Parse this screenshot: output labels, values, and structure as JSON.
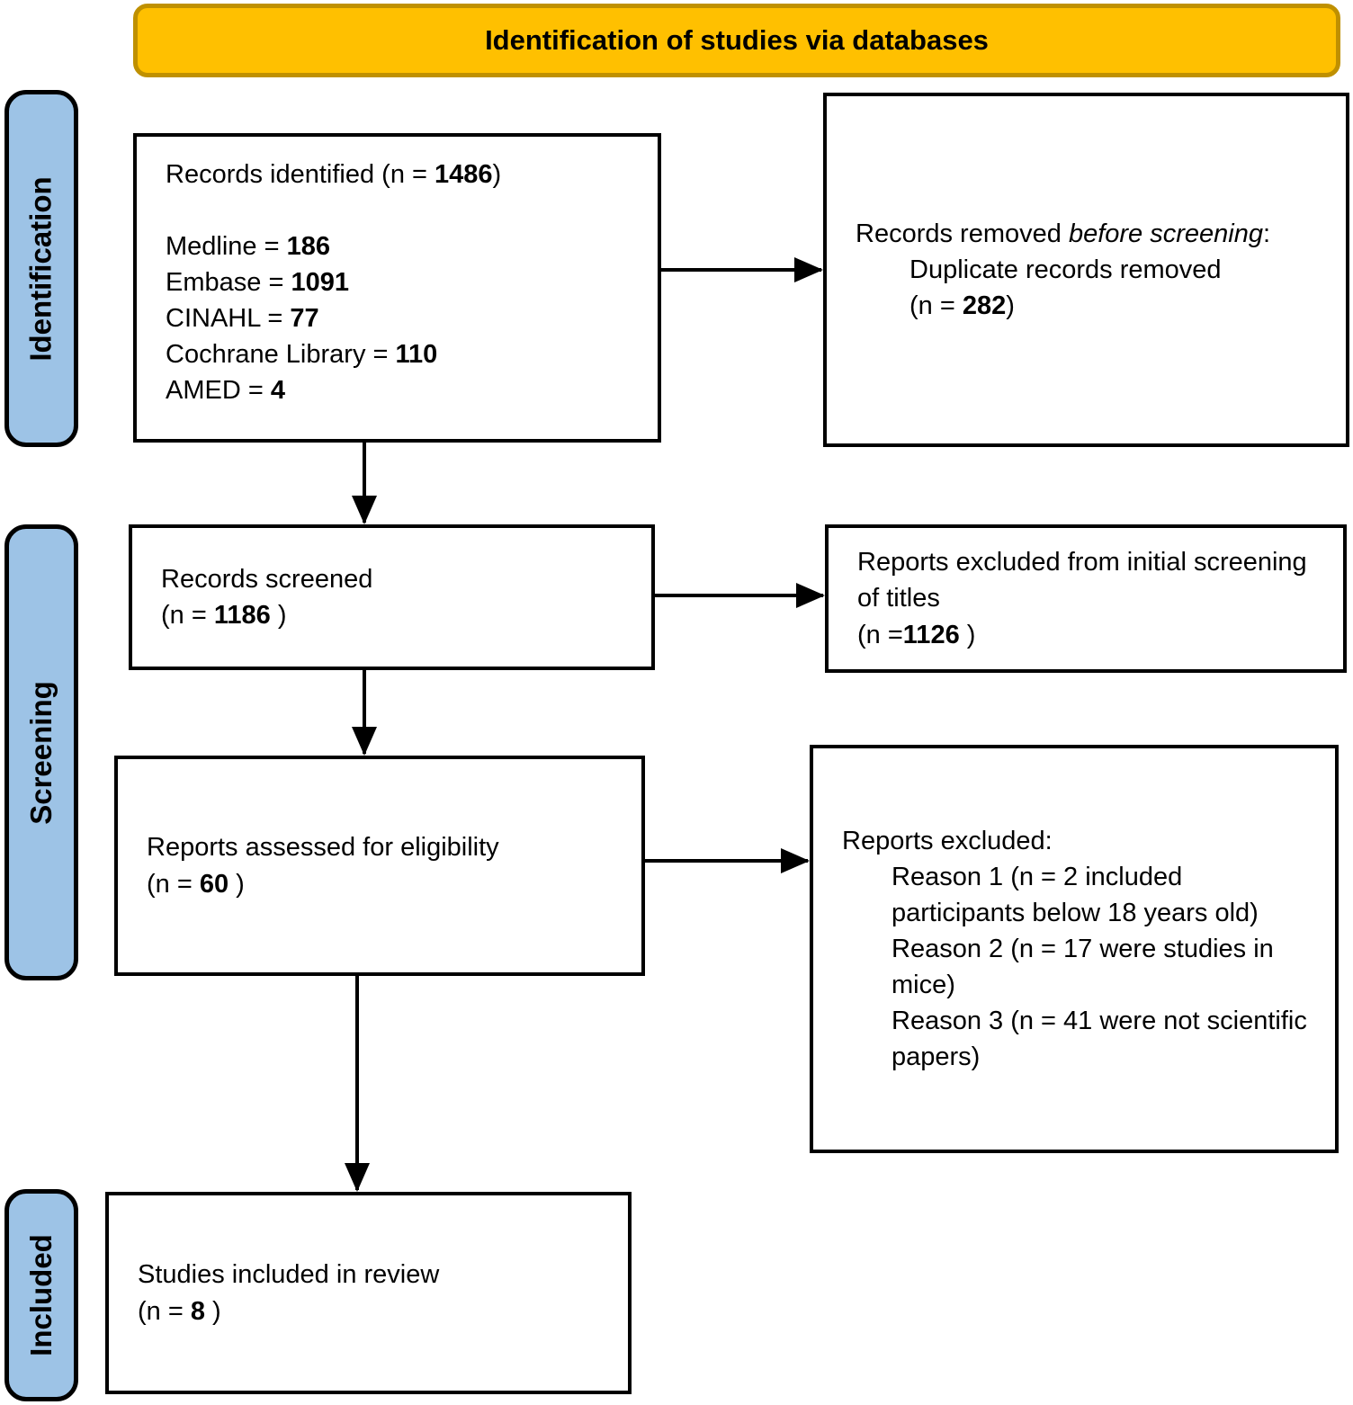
{
  "banner": {
    "title": "Identification of studies via databases"
  },
  "colors": {
    "banner_fill": "#FFC000",
    "banner_border": "#BF9000",
    "stage_fill": "#9DC3E6",
    "box_border": "#000000",
    "arrow": "#000000"
  },
  "stages": {
    "identification": "Identification",
    "screening": "Screening",
    "included": "Included"
  },
  "boxes": {
    "records_identified": {
      "line_pre": "Records identified (n = ",
      "line_num": "1486",
      "line_post": ")",
      "sources": [
        {
          "label": "Medline = ",
          "value": "186"
        },
        {
          "label": "Embase = ",
          "value": "1091"
        },
        {
          "label": "CINAHL = ",
          "value": "77"
        },
        {
          "label": "Cochrane Library = ",
          "value": "110"
        },
        {
          "label": "AMED = ",
          "value": "4"
        }
      ]
    },
    "records_removed": {
      "pre": "Records removed ",
      "italic": "before screening",
      "post": ":",
      "sub_line": "Duplicate records removed",
      "n_pre": "(n = ",
      "n_num": "282",
      "n_post": ")"
    },
    "records_screened": {
      "line": "Records screened",
      "n_pre": "(n = ",
      "n_num": "1186",
      "n_post": " )"
    },
    "reports_excluded_titles": {
      "line": "Reports excluded from initial screening of titles",
      "n_pre": "(n =",
      "n_num": "1126",
      "n_post": " )"
    },
    "reports_assessed": {
      "line": "Reports assessed for eligibility",
      "n_pre": "(n = ",
      "n_num": "60",
      "n_post": " )"
    },
    "reports_excluded_reasons": {
      "title": "Reports excluded:",
      "reasons": [
        "Reason 1 (n = 2 included participants below 18 years old)",
        "Reason 2 (n = 17 were studies in mice)",
        "Reason 3 (n = 41 were not scientific papers)"
      ]
    },
    "studies_included": {
      "line": "Studies included in review",
      "n_pre": "(n = ",
      "n_num": "8",
      "n_post": " )"
    }
  }
}
